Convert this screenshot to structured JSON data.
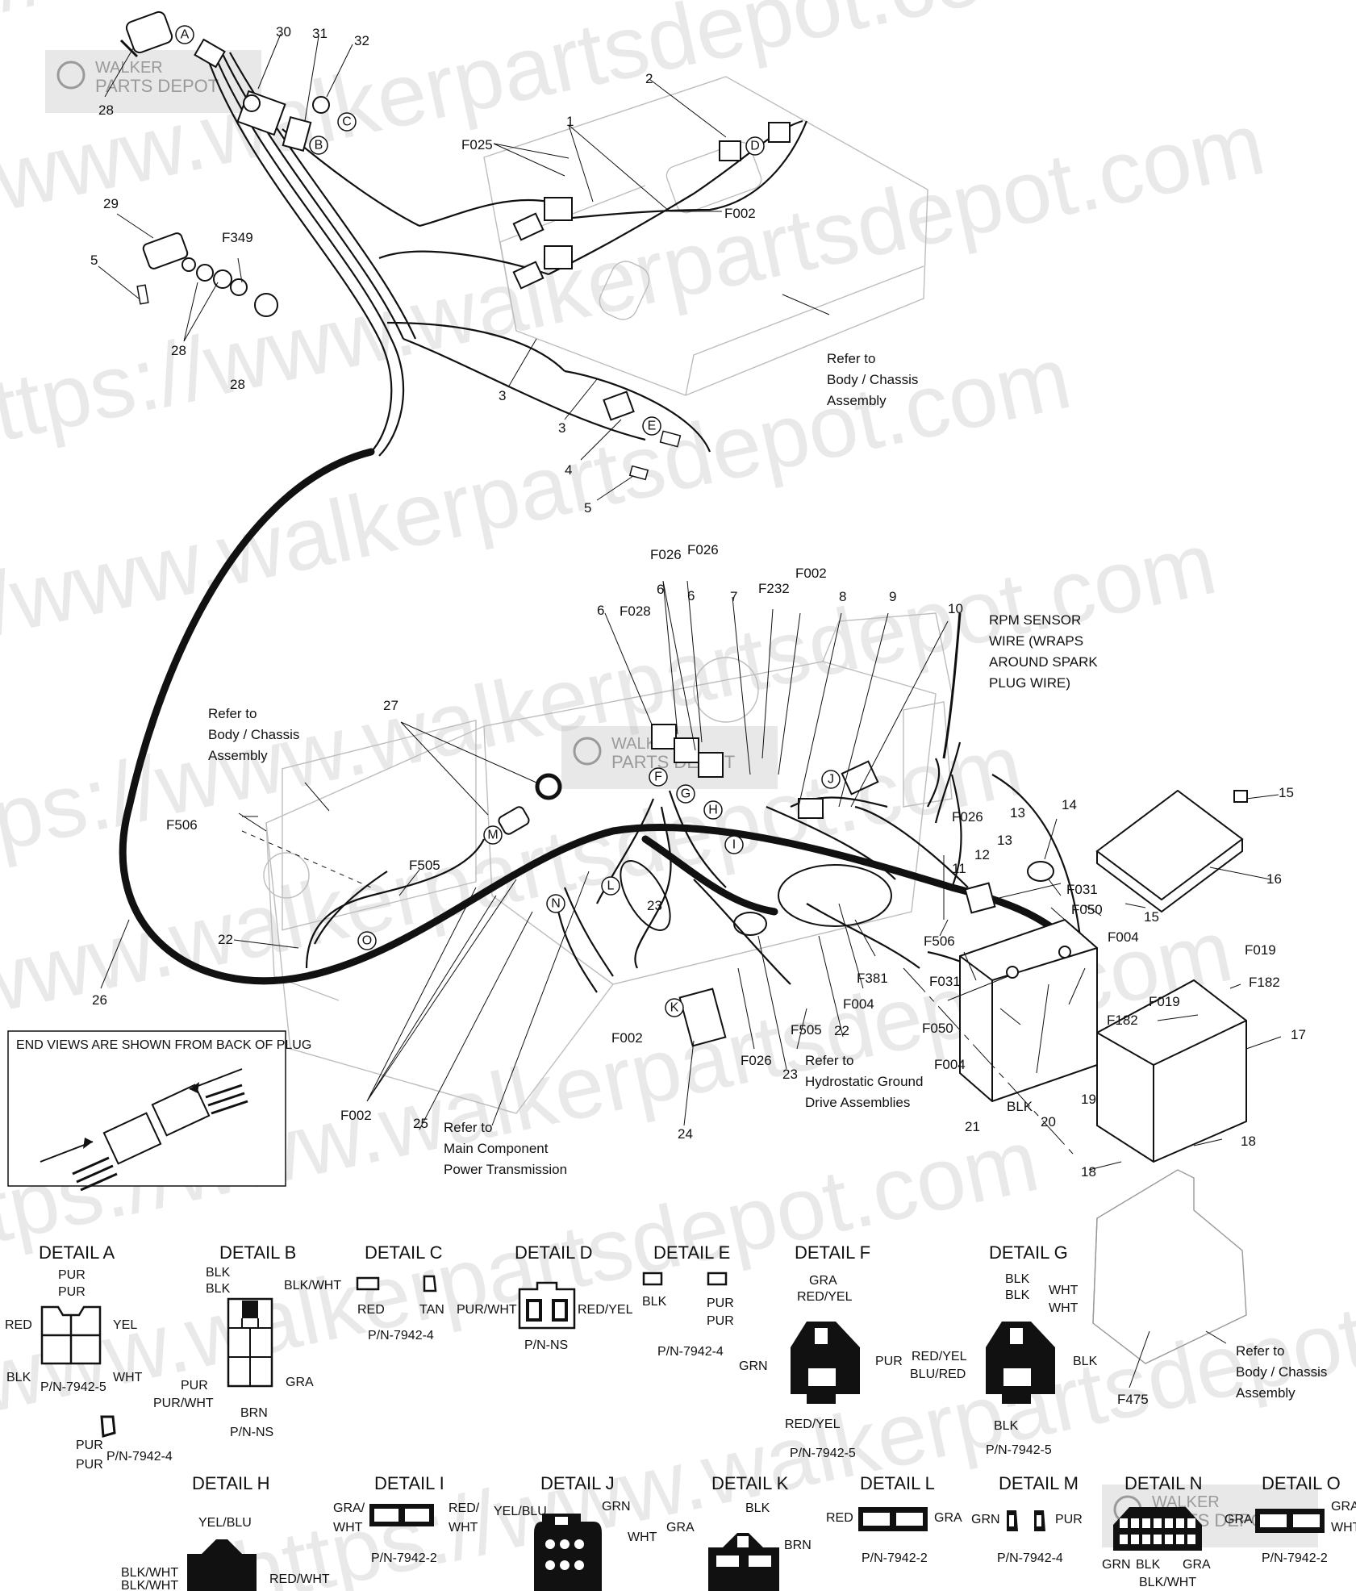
{
  "watermarks": {
    "lines": [
      "https://www.walkerpartsdepot.com",
      "https://www.walkerpartsdepot.com",
      "https://www.walkerpartsdepot.com",
      "https://www.walkerpartsdepot.com",
      "https://www.walkerpartsdepot.com",
      "https://www.walkerpartsdepot.com",
      "https://www.walkerpartsdepot.com",
      "https://www.walkerpartsdepot.com",
      "https://www.walkerpartsdepot.com"
    ],
    "logo_top": "WALKER",
    "logo_bottom": "PARTS DEPOT"
  },
  "callouts": [
    "A",
    "B",
    "C",
    "D",
    "E",
    "F",
    "G",
    "H",
    "I",
    "J",
    "K",
    "L",
    "M",
    "N",
    "O"
  ],
  "part_numbers": {
    "p1": "1",
    "p2": "2",
    "p3a": "3",
    "p3b": "3",
    "p4": "4",
    "p5a": "5",
    "p5b": "5",
    "p6a": "6",
    "p6b": "6",
    "p6c": "6",
    "p7": "7",
    "p8": "8",
    "p9": "9",
    "p10": "10",
    "p11": "11",
    "p12": "12",
    "p13a": "13",
    "p13b": "13",
    "p14": "14",
    "p15a": "15",
    "p15b": "15",
    "p16": "16",
    "p17": "17",
    "p18a": "18",
    "p18b": "18",
    "p19": "19",
    "p20": "20",
    "p21": "21",
    "p22a": "22",
    "p22b": "22",
    "p23a": "23",
    "p23b": "23",
    "p24": "24",
    "p25": "25",
    "p26": "26",
    "p27": "27",
    "p28a": "28",
    "p28b": "28",
    "p28c": "28",
    "p29": "29",
    "p30": "30",
    "p31": "31",
    "p32": "32"
  },
  "fastener_labels": {
    "f025": "F025",
    "f002a": "F002",
    "f349": "F349",
    "f026a": "F026",
    "f026b": "F026",
    "f028": "F028",
    "f232": "F232",
    "f002b": "F002",
    "f506a": "F506",
    "f505a": "F505",
    "f026c": "F026",
    "f031a": "F031",
    "f050a": "F050",
    "f004a": "F004",
    "f506b": "F506",
    "f031b": "F031",
    "f381": "F381",
    "f004b": "F004",
    "f050b": "F050",
    "f004c": "F004",
    "f019a": "F019",
    "f182a": "F182",
    "f182b": "F182",
    "f019b": "F019",
    "f002c": "F002",
    "f505b": "F505",
    "f026d": "F026",
    "f002d": "F002",
    "f475": "F475"
  },
  "notes": {
    "refer_body_1": [
      "Refer to",
      "Body / Chassis",
      "Assembly"
    ],
    "refer_body_2": [
      "Refer to",
      "Body / Chassis",
      "Assembly"
    ],
    "refer_body_3": [
      "Refer to",
      "Body / Chassis",
      "Assembly"
    ],
    "rpm_sensor": [
      "RPM SENSOR",
      "WIRE (WRAPS",
      "AROUND SPARK",
      "PLUG WIRE)"
    ],
    "refer_hydro": [
      "Refer to",
      "Hydrostatic Ground",
      "Drive Assemblies"
    ],
    "refer_main": [
      "Refer to",
      "Main Component",
      "Power Transmission"
    ],
    "blk": "BLK",
    "end_views": "END VIEWS ARE SHOWN FROM BACK OF PLUG"
  },
  "details": {
    "a": {
      "title": "DETAIL A",
      "pur1": "PUR",
      "pur2": "PUR",
      "red": "RED",
      "yel": "YEL",
      "blk": "BLK",
      "wht": "WHT",
      "pn1": "P/N-7942-5",
      "pur3": "PUR",
      "pur4": "PUR",
      "pn2": "P/N-7942-4"
    },
    "b": {
      "title": "DETAIL B",
      "blk1": "BLK",
      "blk2": "BLK",
      "blkwht": "BLK/WHT",
      "pur": "PUR",
      "purwht": "PUR/WHT",
      "gra": "GRA",
      "brn": "BRN",
      "pn": "P/N-NS"
    },
    "c": {
      "title": "DETAIL C",
      "red": "RED",
      "tan": "TAN",
      "pn": "P/N-7942-4"
    },
    "d": {
      "title": "DETAIL D",
      "purwht": "PUR/WHT",
      "redyel": "RED/YEL",
      "pn": "P/N-NS"
    },
    "e": {
      "title": "DETAIL E",
      "blk": "BLK",
      "pur1": "PUR",
      "pur2": "PUR",
      "pn": "P/N-7942-4"
    },
    "f": {
      "title": "DETAIL F",
      "gra": "GRA",
      "redyel1": "RED/YEL",
      "grn": "GRN",
      "pur": "PUR",
      "redyel2": "RED/YEL",
      "pn": "P/N-7942-5"
    },
    "g": {
      "title": "DETAIL G",
      "blk1": "BLK",
      "blk2": "BLK",
      "wht1": "WHT",
      "wht2": "WHT",
      "redyel": "RED/YEL",
      "blured": "BLU/RED",
      "blk3": "BLK",
      "blk4": "BLK",
      "pn": "P/N-7942-5"
    },
    "h": {
      "title": "DETAIL H",
      "yelblu": "YEL/BLU",
      "blkwht1": "BLK/WHT",
      "blkwht2": "BLK/WHT",
      "redwht": "RED/WHT"
    },
    "i": {
      "title": "DETAIL I",
      "gra": "GRA/",
      "wht": "WHT",
      "red": "RED/",
      "wht2": "WHT",
      "pn": "P/N-7942-2"
    },
    "j": {
      "title": "DETAIL J",
      "yelblu": "YEL/BLU",
      "grn": "GRN",
      "wht": "WHT"
    },
    "k": {
      "title": "DETAIL K",
      "blk": "BLK",
      "gra": "GRA",
      "brn": "BRN"
    },
    "l": {
      "title": "DETAIL L",
      "red": "RED",
      "gra": "GRA",
      "pn": "P/N-7942-2"
    },
    "m": {
      "title": "DETAIL M",
      "grn": "GRN",
      "pur": "PUR",
      "pn": "P/N-7942-4"
    },
    "n": {
      "title": "DETAIL N",
      "grn": "GRN",
      "blk": "BLK",
      "gra": "GRA",
      "blkwht": "BLK/WHT"
    },
    "o": {
      "title": "DETAIL O",
      "gra1": "GRA",
      "gra2": "GRA",
      "wht": "WHT",
      "pn": "P/N-7942-2"
    }
  }
}
